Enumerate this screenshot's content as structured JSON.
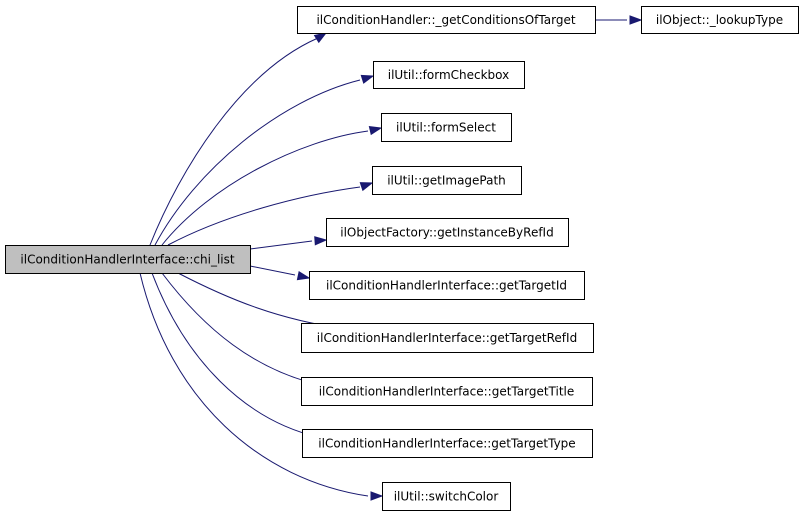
{
  "diagram": {
    "root": {
      "id": "root",
      "label": "ilConditionHandlerInterface::chi_list"
    },
    "nodes": [
      {
        "id": "n1",
        "label": "ilConditionHandler::_getConditionsOfTarget"
      },
      {
        "id": "n2",
        "label": "ilObject::_lookupType"
      },
      {
        "id": "n3",
        "label": "ilUtil::formCheckbox"
      },
      {
        "id": "n4",
        "label": "ilUtil::formSelect"
      },
      {
        "id": "n5",
        "label": "ilUtil::getImagePath"
      },
      {
        "id": "n6",
        "label": "ilObjectFactory::getInstanceByRefId"
      },
      {
        "id": "n7",
        "label": "ilConditionHandlerInterface::getTargetId"
      },
      {
        "id": "n8",
        "label": "ilConditionHandlerInterface::getTargetRefId"
      },
      {
        "id": "n9",
        "label": "ilConditionHandlerInterface::getTargetTitle"
      },
      {
        "id": "n10",
        "label": "ilConditionHandlerInterface::getTargetType"
      },
      {
        "id": "n11",
        "label": "ilUtil::switchColor"
      }
    ],
    "edges": [
      {
        "from": "root",
        "to": "n1"
      },
      {
        "from": "n1",
        "to": "n2"
      },
      {
        "from": "root",
        "to": "n3"
      },
      {
        "from": "root",
        "to": "n4"
      },
      {
        "from": "root",
        "to": "n5"
      },
      {
        "from": "root",
        "to": "n6"
      },
      {
        "from": "root",
        "to": "n7"
      },
      {
        "from": "root",
        "to": "n8"
      },
      {
        "from": "root",
        "to": "n9"
      },
      {
        "from": "root",
        "to": "n10"
      },
      {
        "from": "root",
        "to": "n11"
      }
    ],
    "colors": {
      "root_fill": "#bfbfbf",
      "node_fill": "#ffffff",
      "edge": "#191970"
    }
  }
}
